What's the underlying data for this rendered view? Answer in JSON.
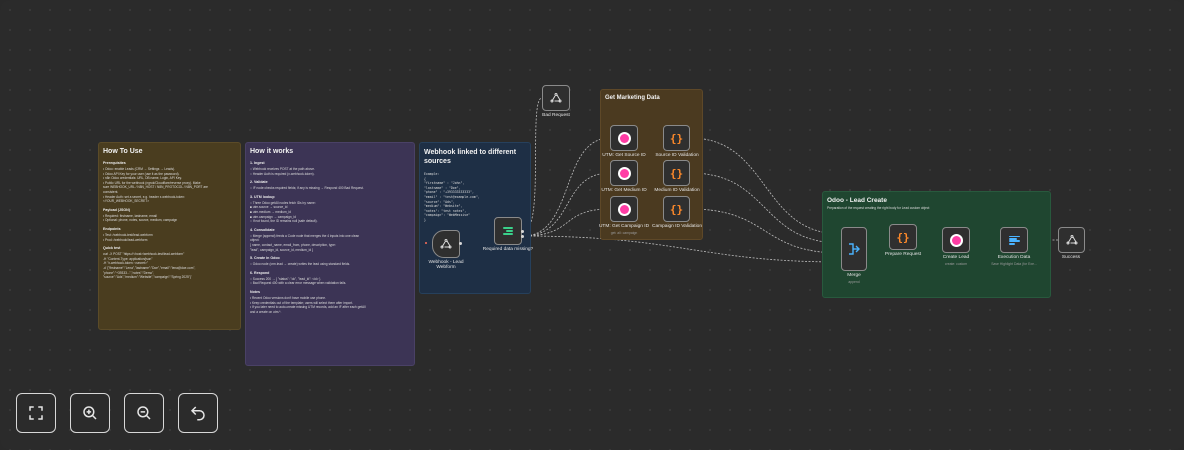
{
  "canvas": {
    "background": "#2b2b2b"
  },
  "sticky_how_to_use": {
    "title": "How To Use",
    "sections": [
      {
        "heading": "Prerequisites",
        "lines": [
          "• Odoo: enable Leads (CRM → Settings → Leads).",
          "• Odoo API Key for your user (use it as the password).",
          "• n8n Odoo credentials: URL, DB name, Login, API Key.",
          "• Public URL for the webhook (ngrok/Cloudflare/reverse proxy). Make",
          "  sure WEBHOOK_URL / N8N_HOST / N8N_PROTOCOL / N8N_PORT are",
          "  consistent.",
          "• Header Auth: set a secret, e.g. header x-webhook-token:",
          "  <YOUR_WEBHOOK_SECRET>"
        ]
      },
      {
        "heading": "Payload (JSON)",
        "lines": [
          "• Required: firstname, lastname, email",
          "• Optional: phone, notes, source, medium, campaign"
        ]
      },
      {
        "heading": "Endpoints",
        "lines": [
          "• Test: /webhook-test/lead-webform",
          "• Prod: /webhook/lead-webform"
        ]
      },
      {
        "heading": "Quick test",
        "lines": [
          "curl -X POST \"https://<host>/webhook-test/lead-webform\"",
          "-H \"Content-Type: application/json\"",
          "-H \"x-webhook-token: <secret>\"",
          "-d '{\"firstname\":\"Lena\",\"lastname\":\"Doe\",\"email\":\"lena@doe.com\",",
          "\"phone\":\"+39333...\",\"notes\":\"Demo\",",
          "\"source\":\"Ads\",\"medium\":\"Website\",\"campaign\":\"Spring 2025\"}'"
        ]
      }
    ]
  },
  "sticky_how_it_works": {
    "title": "How it works",
    "sections": [
      {
        "heading": "1. Ingest",
        "lines": [
          "  ○ Webhook receives POST at the path above.",
          "  ○ Header Auth is required (x-webhook-token)."
        ]
      },
      {
        "heading": "2. Validate",
        "lines": [
          "  ○ IF node checks required fields; if any is missing → Respond 400 Bad Request."
        ]
      },
      {
        "heading": "3. UTM lookup",
        "lines": [
          "  ○ Three Odoo getAll nodes fetch IDs by name:",
          "      ■ utm.source → source_id",
          "      ■ utm.medium → medium_id",
          "      ■ utm.campaign → campaign_id",
          "  ○ If not found, the ID remains null (safe default)."
        ]
      },
      {
        "heading": "4. Consolidate",
        "lines": [
          "  ○ Merge (append) feeds a Code node that merges the 4 inputs into one clean",
          "    object:",
          "    { name, contact_name, email_from, phone, description, type:",
          "    \"lead\", campaign_id, source_id, medium_id }"
        ]
      },
      {
        "heading": "5. Create in Odoo",
        "lines": [
          "  ○ Odoo node (crm.lead → create) writes the lead using standard fields."
        ]
      },
      {
        "heading": "6. Respond",
        "lines": [
          "  ○ Success 200 → { \"status\": \"ok\", \"lead_id\": <id> }",
          "  ○ Bad Request 400 with a clear error message when validation fails."
        ]
      },
      {
        "heading": "Notes",
        "lines": [
          "• Recent Odoo versions don't have mobile use phone.",
          "• Keep credentials out of the template; users will select them after import.",
          "• If you later need to auto-create missing UTM records, add an IF after each getAll",
          "  and a create on utm.*."
        ]
      }
    ]
  },
  "sticky_webhook": {
    "title": "Webhook linked to different sources",
    "lines": [
      "Example:",
      "{",
      "\"firstname\" : \"John\",",
      "\"lastname\" : \"Doe\",",
      "\"phone\" : \"+393333333333\",",
      "\"email\" : \"test@example.com\",",
      "\"source\": \"Ads\",",
      "\"medium\": \"Website\",",
      "\"notes\": \"test notes\",",
      "\"campaign\": \"WebMessive\"",
      "}"
    ]
  },
  "sticky_marketing": {
    "title": "Get Marketing Data"
  },
  "sticky_odoo": {
    "title": "Odoo - Lead Create",
    "subtitle": "Preparation of the request creating the right body for Lead custom object"
  },
  "nodes": {
    "webhook": {
      "label": "Webhook - Lead Webform",
      "icon": "webhook-icon"
    },
    "if_required": {
      "label": "Required data missing?",
      "icon": "if-icon"
    },
    "bad_request": {
      "label": "Bad Request",
      "icon": "webhook-icon"
    },
    "utm_source": {
      "label": "UTM: Get Source ID",
      "icon": "odoo-icon"
    },
    "utm_medium": {
      "label": "UTM: Get Medium ID",
      "icon": "odoo-icon"
    },
    "utm_campaign": {
      "label": "UTM: Get Campaign ID",
      "sub": "get: all: campaign",
      "icon": "odoo-icon"
    },
    "source_validation": {
      "label": "Source ID Validation",
      "icon": "code-icon"
    },
    "medium_validation": {
      "label": "Medium ID Validation",
      "icon": "code-icon"
    },
    "campaign_validation": {
      "label": "Campaign ID Validation",
      "icon": "code-icon"
    },
    "merge": {
      "label": "Merge",
      "sub": "append",
      "icon": "merge-icon"
    },
    "prepare_request": {
      "label": "Prepare Request",
      "icon": "code-icon"
    },
    "create_lead": {
      "label": "Create Lead",
      "sub": "create: custom",
      "icon": "odoo-icon"
    },
    "execution_data": {
      "label": "Execution Data",
      "sub": "Save Highlight Data (for Exe...",
      "icon": "list-icon"
    },
    "success": {
      "label": "Success",
      "icon": "webhook-icon"
    }
  },
  "controls": [
    {
      "name": "fit-view-button",
      "icon": "fit-view-icon"
    },
    {
      "name": "zoom-in-button",
      "icon": "zoom-in-icon"
    },
    {
      "name": "zoom-out-button",
      "icon": "zoom-out-icon"
    },
    {
      "name": "undo-button",
      "icon": "undo-icon"
    }
  ],
  "colors": {
    "odoo": "#ff3da5",
    "code": "#ff8a2a",
    "if": "#3ad08a",
    "list": "#4ab3ff"
  }
}
